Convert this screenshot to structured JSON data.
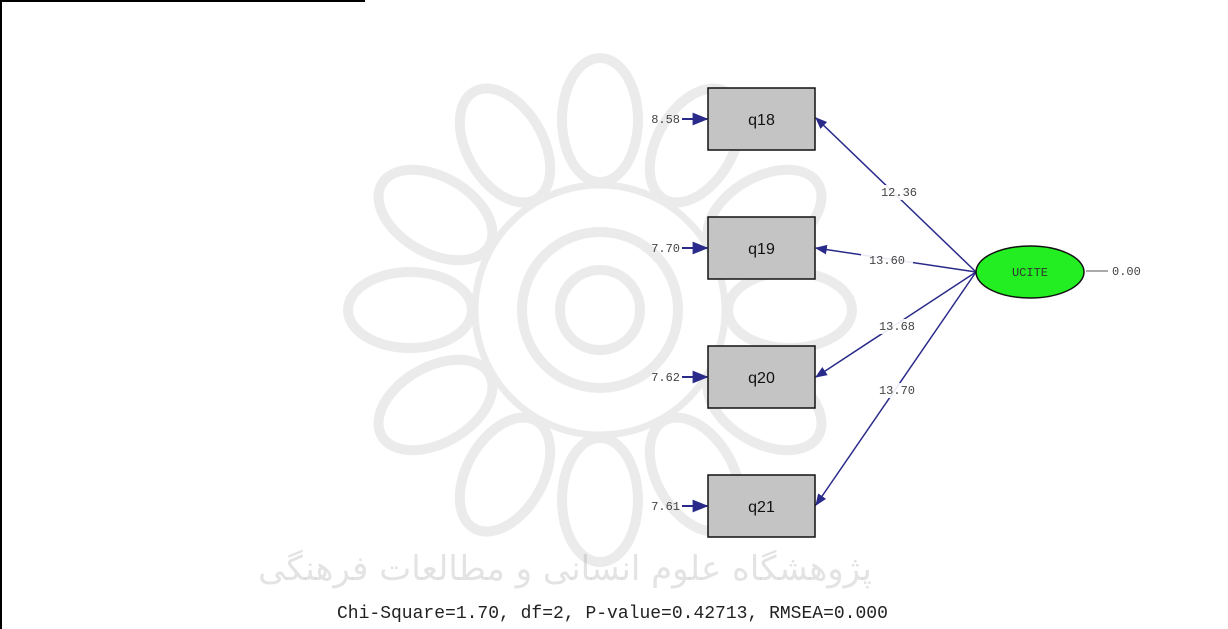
{
  "diagram": {
    "indicators": [
      {
        "name": "q18",
        "error_variance": "8.58",
        "t_value": "12.36"
      },
      {
        "name": "q19",
        "error_variance": "7.70",
        "t_value": "13.60"
      },
      {
        "name": "q20",
        "error_variance": "7.62",
        "t_value": "13.68"
      },
      {
        "name": "q21",
        "error_variance": "7.61",
        "t_value": "13.70"
      }
    ],
    "latent": {
      "name": "UCITE",
      "variance": "0.00",
      "fill_color": "#22ee22"
    },
    "arrow_color": "#2a2a8a",
    "box_fill": "#c4c4c4"
  },
  "fit_statistics": "Chi-Square=1.70, df=2, P-value=0.42713, RMSEA=0.000",
  "watermark": {
    "caption": "پژوهشگاه علوم انسانی و مطالعات فرهنگی"
  }
}
